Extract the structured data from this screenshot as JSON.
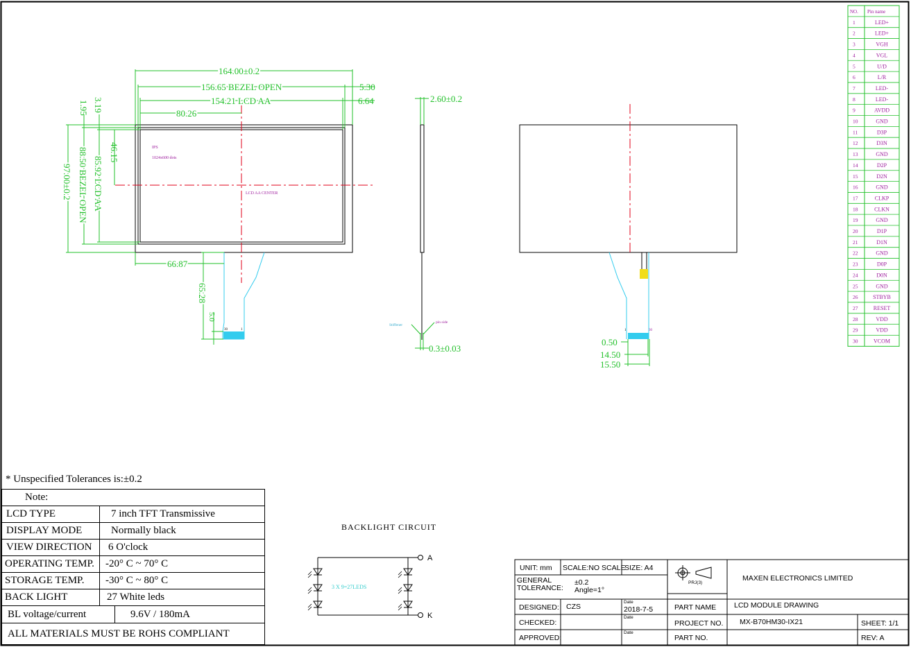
{
  "drawing": {
    "dims": {
      "outline_width": "164.00±0.2",
      "bezel_open_width": "156.65 BEZEL OPEN",
      "lcd_aa_width": "154.21 LCD AA",
      "right_bezel": "5.30",
      "right_aa": "6.64",
      "center_x": "80.26",
      "top_bezel": "1.95",
      "top_aa": "3.19",
      "center_y": "46.15",
      "aa_height": "85.92 LCD AA",
      "bezel_open_height": "88.50 BEZEL OPEN",
      "outline_height": "97.00±0.2",
      "fpc_offset": "66.87",
      "fpc_length": "65.28",
      "fpc_tab": "5.0",
      "thickness": "2.60±0.2",
      "fpc_thickness": "0.3±0.03",
      "pitch": "0.50",
      "pin_span": "14.50",
      "fpc_width": "15.50"
    },
    "labels": {
      "ips": "IPS",
      "resolution": "1024x600 dots",
      "aa_center": "LCD AA CENTER",
      "stiffener": "Stiffener",
      "pin_side": "pin side",
      "fpc_pin_30": "30",
      "fpc_pin_1": "1"
    }
  },
  "pin_table": {
    "headers": [
      "NO.",
      "Pin name"
    ],
    "pins": [
      "LED+",
      "LED+",
      "VGH",
      "VGL",
      "U/D",
      "L/R",
      "LED-",
      "LED-",
      "AVDD",
      "GND",
      "D3P",
      "D3N",
      "GND",
      "D2P",
      "D2N",
      "GND",
      "CLKP",
      "CLKN",
      "GND",
      "D1P",
      "D1N",
      "GND",
      "D0P",
      "D0N",
      "GND",
      "STBYB",
      "RESET",
      "VDD",
      "VDD",
      "VCOM"
    ]
  },
  "tolerance_note": "* Unspecified Tolerances is:±0.2",
  "notes": {
    "title": "Note:",
    "rows": [
      {
        "label": "LCD TYPE",
        "value": "7 inch TFT Transmissive"
      },
      {
        "label": "DISPLAY MODE",
        "value": "Normally black"
      },
      {
        "label": "VIEW DIRECTION",
        "value": "6 O'clock"
      },
      {
        "label": "OPERATING TEMP.",
        "value": "-20° C ~ 70° C"
      },
      {
        "label": "STORAGE TEMP.",
        "value": "-30° C ~ 80° C"
      },
      {
        "label": "BACK LIGHT",
        "value": "27 White leds"
      },
      {
        "label": "BL voltage/current",
        "value": "9.6V / 180mA"
      }
    ],
    "footer": "ALL MATERIALS MUST BE ROHS COMPLIANT"
  },
  "backlight": {
    "title": "BACKLIGHT  CIRCUIT",
    "led_label": "3 X 9=27LEDS",
    "anode": "A",
    "cathode": "K"
  },
  "title_block": {
    "unit": "UNIT:  mm",
    "scale": "SCALE:NO SCALE",
    "size": "SIZE:  A4",
    "general_tol_1": "GENERAL",
    "general_tol_2": "TOLERANCE:",
    "tol_value": "±0.2",
    "angle": "Angle=1°",
    "designed": "DESIGNED:",
    "designer": "CZS",
    "date_label": "Date",
    "date": "2018-7-5",
    "checked": "CHECKED:",
    "approved": "APPROVED:",
    "company": "MAXEN ELECTRONICS LIMITED",
    "prj": "PRJ(3)",
    "part_name_label": "PART NAME",
    "part_name": "LCD MODULE DRAWING",
    "project_label": "PROJECT NO.",
    "project": "MX-B70HM30-IX21",
    "sheet": "SHEET: 1/1",
    "part_no_label": "PART NO.",
    "rev": "REV:  A"
  },
  "colors": {
    "dim": "#22c02a",
    "center": "#e0001a",
    "pin": "#9c1a9c",
    "led": "#33cccc",
    "tab": "#33ccee"
  }
}
